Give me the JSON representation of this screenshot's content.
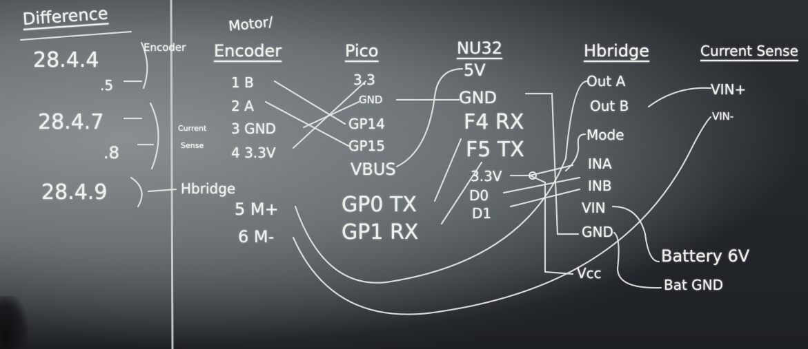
{
  "board": {
    "heading": "Difference",
    "values": [
      "28.4.4",
      ".5",
      "28.4.7",
      ".8",
      "28.4.9"
    ],
    "columns": {
      "motor": {
        "title_top": "Motor/",
        "title": "Encoder"
      },
      "pico": {
        "title": "Pico"
      },
      "nu32": {
        "title": "NU32"
      },
      "hbridge": {
        "title": "Hbridge"
      },
      "current_sense": {
        "title": "Current Sense"
      }
    },
    "side_labels": [
      "Encoder",
      "Current",
      "Sense",
      "Hbridge"
    ],
    "motor_pins": [
      "1 B",
      "2 A",
      "3 GND",
      "4 3.3V",
      "5 M+",
      "6 M-"
    ],
    "pico_pins": [
      "3.3",
      "GND",
      "GP14",
      "GP15",
      "VBUS",
      "GP0 TX",
      "GP1 RX"
    ],
    "nu32_pins": [
      "5V",
      "GND",
      "F4 RX",
      "F5 TX",
      "3.3V",
      "D0",
      "D1"
    ],
    "hbridge_pins": [
      "Out A",
      "Out B",
      "Mode",
      "INA",
      "INB",
      "VIN",
      "GND",
      "Vcc"
    ],
    "current_pins": [
      "VIN+",
      "VIN-"
    ],
    "battery": [
      "Battery 6V",
      "Bat GND"
    ]
  }
}
